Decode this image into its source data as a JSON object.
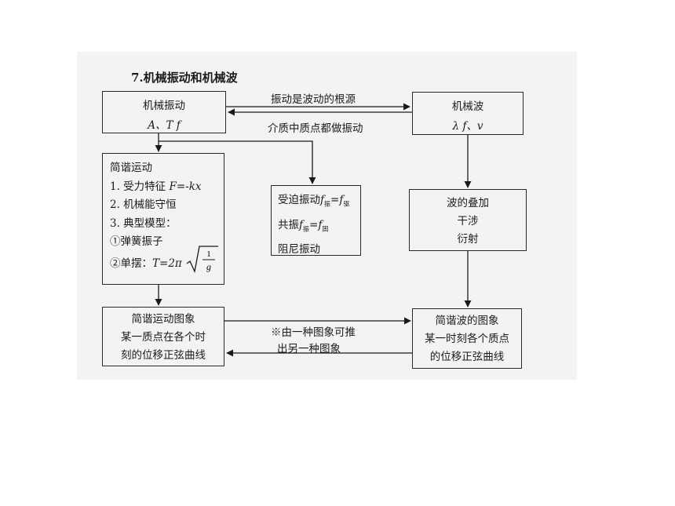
{
  "title": "7.机械振动和机械波",
  "nodes": {
    "mech_vibration": {
      "title": "机械振动",
      "vars": "A、T f"
    },
    "mech_wave": {
      "title": "机械波",
      "vars": "λ f、v"
    },
    "shm": {
      "title": "简谐运动",
      "item1_label": "1. 受力特征",
      "item1_formula": "F=-kx",
      "item2": "2. 机械能守恒",
      "item3": "3. 典型模型：",
      "item4": "①弹簧振子",
      "item5_label": "②单摆：",
      "item5_formula_lhs": "T=2π",
      "item5_num": "1",
      "item5_den": "g"
    },
    "forced": {
      "line1_label": "受迫振动",
      "line1_f1": "f",
      "line1_sub1": "振",
      "line1_eq": "=",
      "line1_f2": "f",
      "line1_sub2": "驱",
      "line2_label": "共振",
      "line2_f1": "f",
      "line2_sub1": "振",
      "line2_eq": "=",
      "line2_f2": "f",
      "line2_sub2": "固",
      "line3": "阻尼振动"
    },
    "superposition": {
      "line1": "波的叠加",
      "line2": "干涉",
      "line3": "衍射"
    },
    "shm_graph": {
      "line1": "简谐运动图象",
      "line2": "某一质点在各个时",
      "line3": "刻的位移正弦曲线"
    },
    "wave_graph": {
      "line1": "简谐波的图象",
      "line2": "某一时刻各个质点",
      "line3": "的位移正弦曲线"
    }
  },
  "edges": {
    "top_forward": "振动是波动的根源",
    "top_back": "介质中质点都做振动",
    "bottom_line1": "※由一种图象可推",
    "bottom_line2": "出另一种图象"
  }
}
